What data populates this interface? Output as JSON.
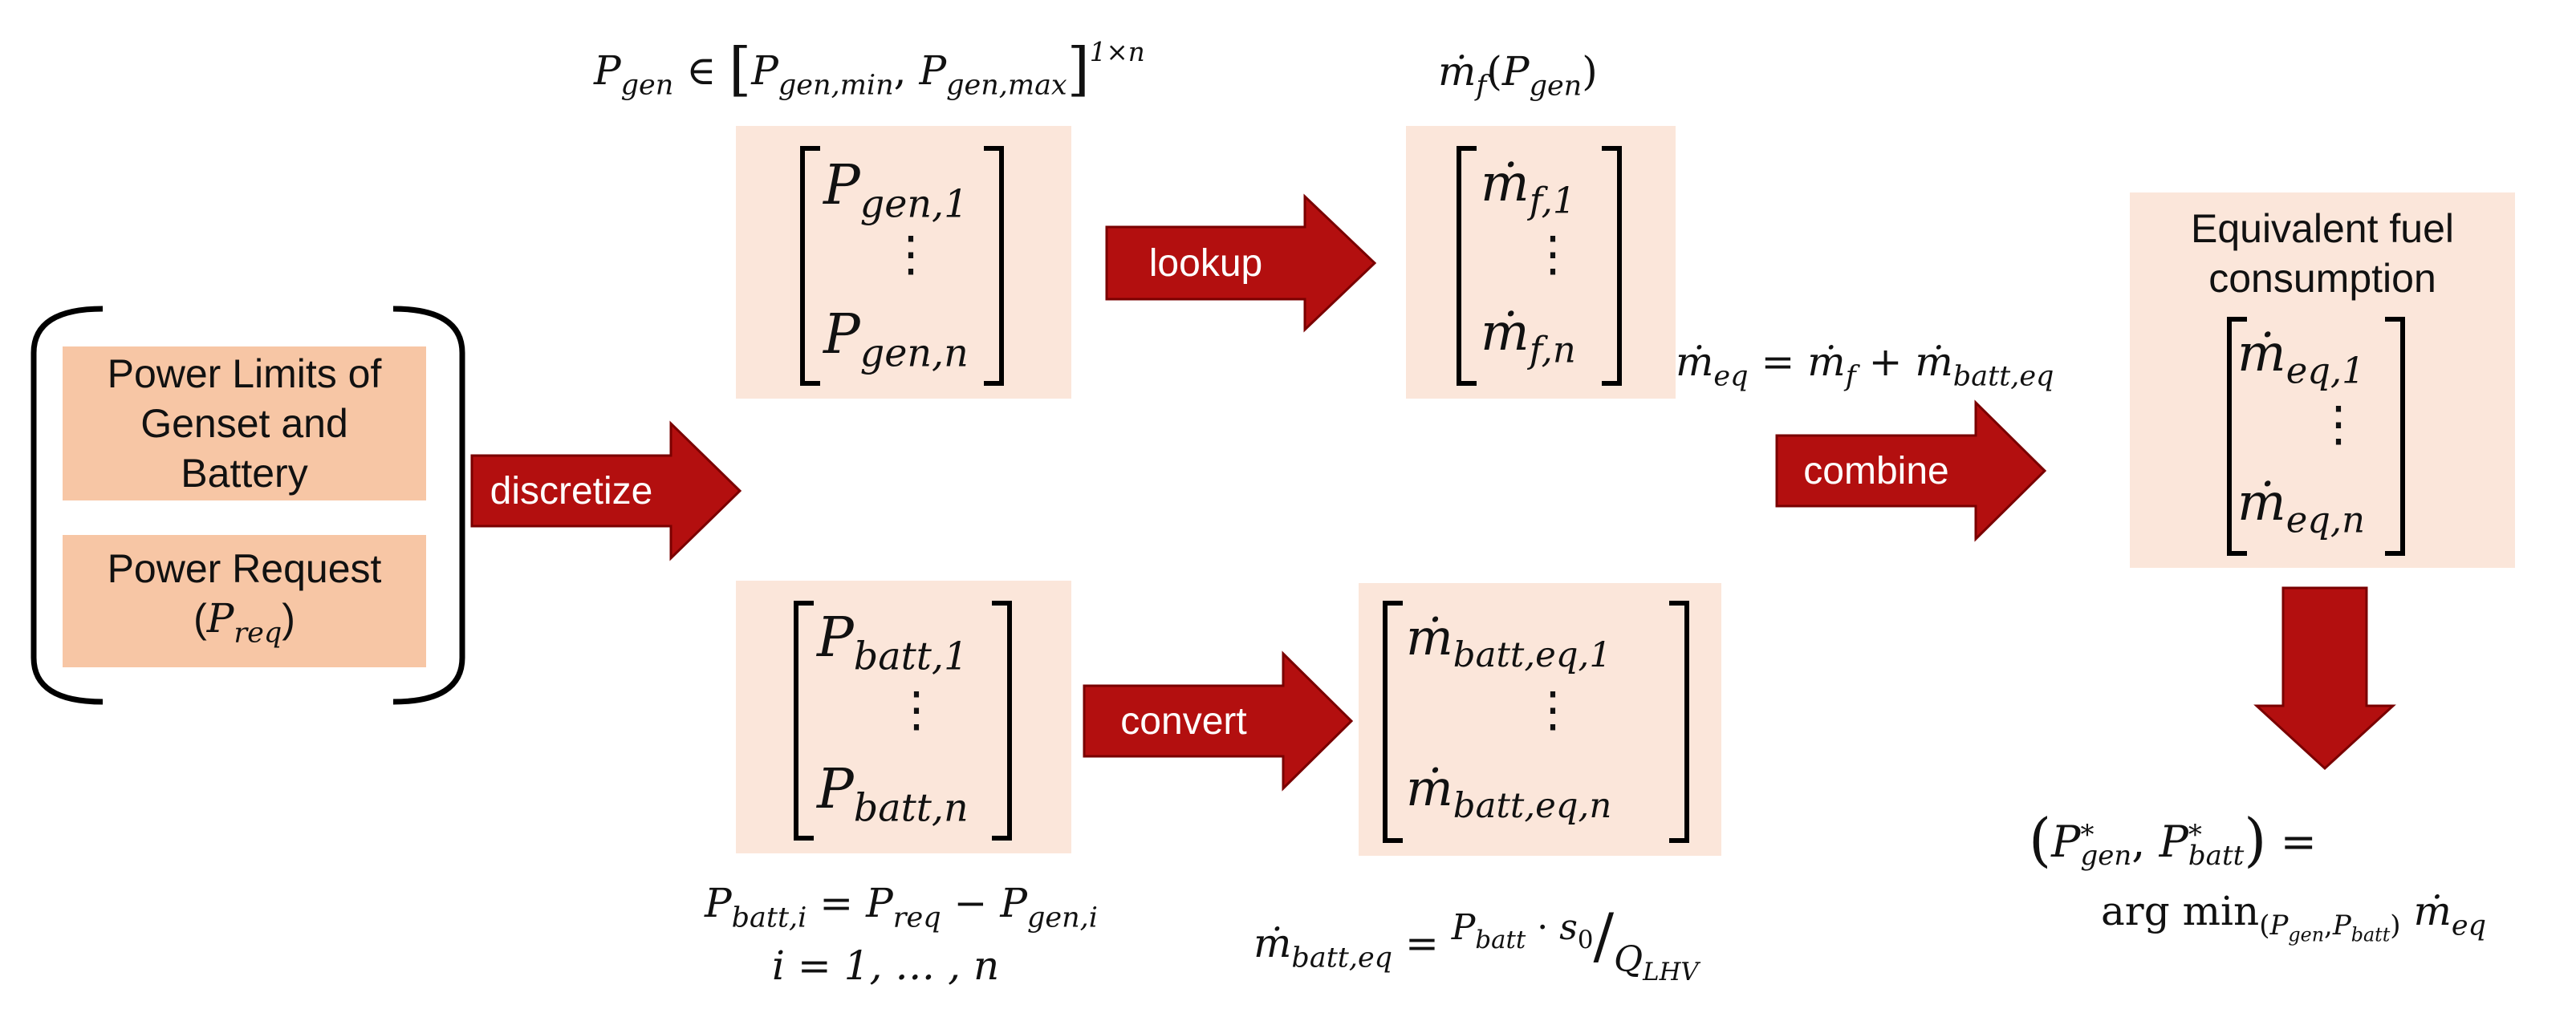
{
  "inputs": {
    "power_limits": [
      "Power Limits of",
      "Genset and",
      "Battery"
    ],
    "power_request": "Power Request",
    "power_request_symbol": "P",
    "power_request_sub": "req"
  },
  "arrows": {
    "discretize": "discretize",
    "lookup": "lookup",
    "convert": "convert",
    "combine": "combine"
  },
  "gen": {
    "domain": {
      "p": "P",
      "p_sub": "gen",
      "in": "∈",
      "min_sub": "gen,min",
      "max_sub": "gen,max",
      "power": "1×n"
    },
    "top_p": "P",
    "top_sub": "gen,1",
    "dots": "⋮",
    "bot_p": "P",
    "bot_sub": "gen,n"
  },
  "fuel": {
    "func": {
      "m": "ṁ",
      "m_sub": "f",
      "arg_p": "P",
      "arg_sub": "gen"
    },
    "top_m": "ṁ",
    "top_sub": "f,1",
    "dots": "⋮",
    "bot_m": "ṁ",
    "bot_sub": "f,n"
  },
  "batt": {
    "top_p": "P",
    "top_sub": "batt,1",
    "dots": "⋮",
    "bot_p": "P",
    "bot_sub": "batt,n",
    "eq_line1": {
      "lhs_p": "P",
      "lhs_sub": "batt,i",
      "eq": "=",
      "r1_p": "P",
      "r1_sub": "req",
      "minus": "−",
      "r2_p": "P",
      "r2_sub": "gen,i"
    },
    "eq_line2": "i = 1, … , n"
  },
  "batt_eq": {
    "top_m": "ṁ",
    "top_sub": "batt,eq,1",
    "dots": "⋮",
    "bot_m": "ṁ",
    "bot_sub": "batt,eq,n",
    "formula": {
      "lhs_m": "ṁ",
      "lhs_sub": "batt,eq",
      "eq": "=",
      "num_p": "P",
      "num_sub": "batt",
      "dot": "·",
      "num_s": "s",
      "num_s_sub": "0",
      "slash": "/",
      "den_q": "Q",
      "den_sub": "LHV"
    }
  },
  "combine_eq": {
    "m_eq": "ṁ",
    "eq_sub": "eq",
    "eq": "=",
    "m_f": "ṁ",
    "f_sub": "f",
    "plus": "+",
    "m_b": "ṁ",
    "b_sub": "batt,eq"
  },
  "equivalent": {
    "title": [
      "Equivalent fuel",
      "consumption"
    ],
    "top_m": "ṁ",
    "top_sub": "eq,1",
    "dots": "⋮",
    "bot_m": "ṁ",
    "bot_sub": "eq,n"
  },
  "result": {
    "line1": {
      "open": "(",
      "p1": "P",
      "p1_sup": "*",
      "p1_sub": "gen",
      "comma": ",",
      "p2": "P",
      "p2_sup": "*",
      "p2_sub": "batt",
      "close": ")",
      "eq": "="
    },
    "line2": {
      "op": "arg min",
      "sub_open": "(",
      "s1": "P",
      "s1_sub": "gen",
      "s_comma": ",",
      "s2": "P",
      "s2_sub": "batt",
      "sub_close": ")",
      "m": "ṁ",
      "m_sub": "eq"
    }
  },
  "colors": {
    "arrow": "#b30f0f",
    "arrow_stroke": "#7a0000",
    "box_input": "#f7c6a5",
    "box_matrix": "#fbe6da"
  }
}
